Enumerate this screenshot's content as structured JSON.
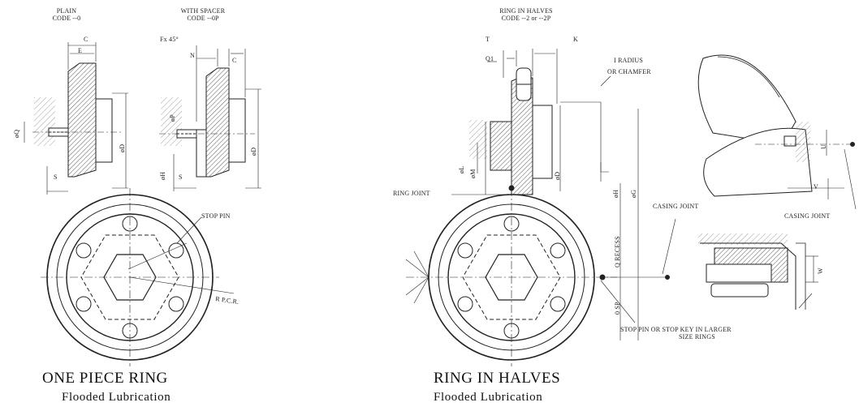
{
  "left_ring": {
    "plain_title": "PLAIN",
    "plain_code": "CODE --0",
    "spacer_title": "WITH SPACER",
    "spacer_code": "CODE --0P",
    "dims": {
      "C1": "C",
      "E": "E",
      "Q": "øQ",
      "S1": "S",
      "D1": "øD",
      "chamfer": "Fx 45°",
      "N": "N",
      "C2": "C",
      "P": "øP",
      "H": "øH",
      "S2": "S",
      "D2": "øD"
    },
    "stop_pin": "STOP PIN",
    "rpcr": "R P.C.R.",
    "name": "ONE PIECE RING",
    "lubrication": "Flooded Lubrication"
  },
  "right_ring": {
    "title": "RING IN HALVES",
    "code": "CODE --2 or --2P",
    "dims": {
      "T": "T",
      "Q1": "Q1",
      "K": "K",
      "L": "øL",
      "M": "øM",
      "D": "øD",
      "H": "øH",
      "G": "øG",
      "U": "U",
      "V": "V",
      "W": "W",
      "qrecess": "Q RECESS",
      "zsp": "0 SP"
    },
    "radius": "I RADIUS",
    "chamfer": "OR CHAMFER",
    "ring_joint": "RING JOINT",
    "casing_joint_1": "CASING JOINT",
    "casing_joint_2": "CASING JOINT",
    "stop_key_1": "STOP PIN OR STOP KEY IN LARGER",
    "stop_key_2": "SIZE RINGS",
    "name": "RING IN HALVES",
    "lubrication": "Flooded Lubrication"
  }
}
